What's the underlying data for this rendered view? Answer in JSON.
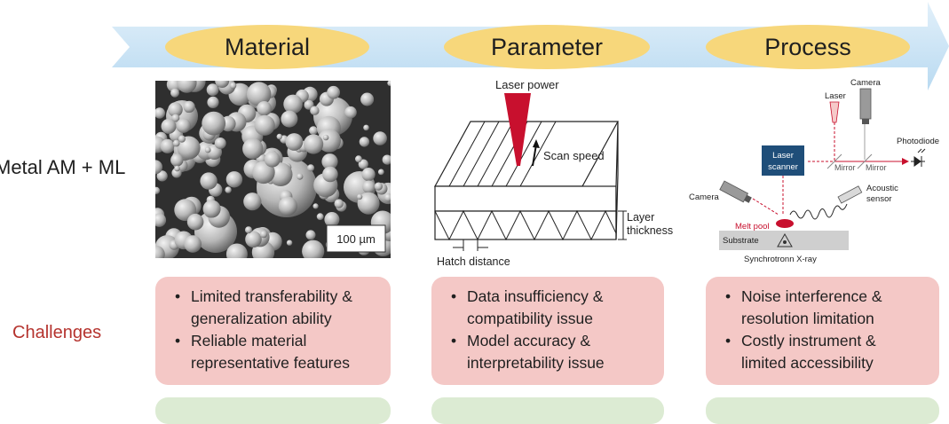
{
  "stages": [
    "Material",
    "Parameter",
    "Process"
  ],
  "row_labels": {
    "metal_am": "Metal AM + ML",
    "challenges": "Challenges"
  },
  "material_panel": {
    "scale_bar": "100 µm"
  },
  "parameter_panel": {
    "laser_power": "Laser power",
    "scan_speed": "Scan speed",
    "layer_thickness_line1": "Layer",
    "layer_thickness_line2": "thickness",
    "hatch_distance": "Hatch distance"
  },
  "process_panel": {
    "camera_top": "Camera",
    "laser": "Laser",
    "photodiode": "Photodiode",
    "laser_scanner_line1": "Laser",
    "laser_scanner_line2": "scanner",
    "mirror_left": "Mirror",
    "mirror_right": "Mirror",
    "camera_left": "Camera",
    "acoustic_sensor_line1": "Acoustic",
    "acoustic_sensor_line2": "sensor",
    "melt_pool": "Melt pool",
    "substrate": "Substrate",
    "xray": "Synchrotronn X-ray"
  },
  "challenges": [
    {
      "items": [
        [
          "Limited transferability &",
          "generalization ability"
        ],
        [
          "Reliable material",
          "representative features"
        ]
      ]
    },
    {
      "items": [
        [
          "Data insufficiency &",
          "compatibility issue"
        ],
        [
          "Model accuracy &",
          "interpretability issue"
        ]
      ]
    },
    {
      "items": [
        [
          "Noise interference &",
          "resolution limitation"
        ],
        [
          "Costly instrument &",
          "limited accessibility"
        ]
      ]
    }
  ],
  "colors": {
    "arrow": "#cfe6f6",
    "oval": "#f7d77b",
    "challenge_card": "#f4c8c6",
    "challenge_label": "#b5332e",
    "laser": "#c8102e",
    "scanner": "#1f4e79"
  }
}
